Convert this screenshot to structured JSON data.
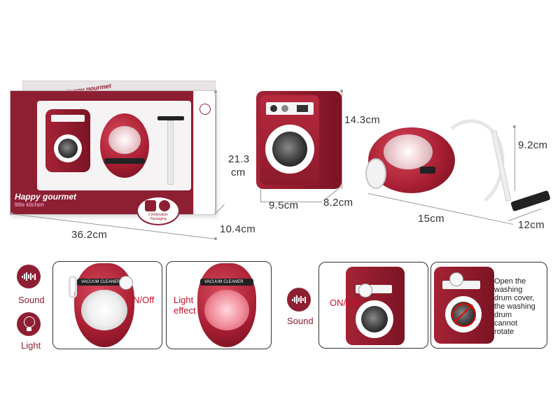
{
  "box": {
    "brand_title": "Happy gourmet",
    "brand_subtitle": "little kitchen",
    "top_brand": "Happy gourmet",
    "badge": "Combination Packaging"
  },
  "dimensions": {
    "box_width": "36.2cm",
    "box_height_line1": "21.3",
    "box_height_line2": "cm",
    "box_depth": "10.4cm",
    "washer_height": "14.3cm",
    "washer_width": "9.5cm",
    "washer_depth": "8.2cm",
    "vacuum_height": "9.2cm",
    "vacuum_length": "15cm",
    "vacuum_depth": "12cm"
  },
  "features": {
    "sound_label": "Sound",
    "light_label": "Light",
    "on_off_1": "ON/Off",
    "light_effect_line1": "Light",
    "light_effect_line2": "effect",
    "sound_label_2": "Sound",
    "on_off_2": "ON/Off",
    "drum_note": [
      "Open the",
      "washing",
      "drum cover,",
      "the washing",
      "drum",
      "cannot",
      "rotate"
    ],
    "vacuum_band": "VACUUM CLEANER"
  },
  "colors": {
    "accent": "#8e1f33",
    "label_red": "#c8102e"
  },
  "icons": [
    "sound-wave-icon",
    "light-bulb-icon",
    "hand-press-icon"
  ]
}
